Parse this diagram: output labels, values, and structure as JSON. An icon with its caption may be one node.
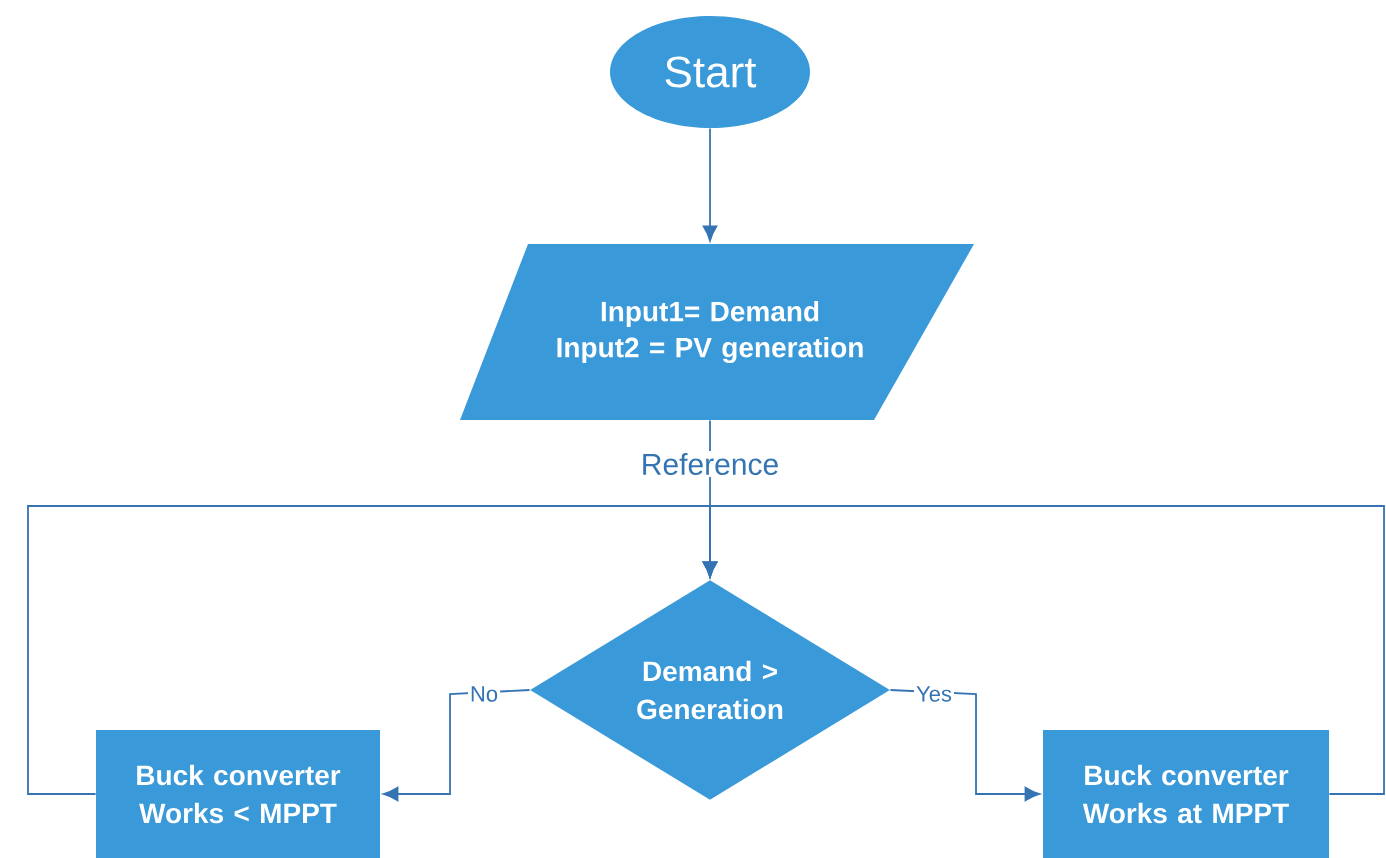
{
  "diagram": {
    "nodes": [
      {
        "text": [
          "Start"
        ]
      },
      {
        "text": [
          "Input1= Demand",
          "Input2 = PV generation"
        ]
      },
      {
        "text": [
          "Demand > Generation"
        ]
      },
      {
        "text": [
          "Buck converter Works < MPPT"
        ]
      },
      {
        "text": [
          "Buck converter Works at MPPT"
        ]
      }
    ],
    "edges": [
      {
        "from": 0,
        "to": 1,
        "arrow": "to"
      },
      {
        "from": 1,
        "to": 2,
        "arrow": "to",
        "label": "Reference"
      },
      {
        "from": 2,
        "to": 3,
        "arrow": "to",
        "label": "No"
      },
      {
        "from": 2,
        "to": 4,
        "arrow": "to",
        "label": "Yes"
      },
      {
        "from": 3,
        "to": 2,
        "arrow": "to"
      },
      {
        "from": 4,
        "to": 2,
        "arrow": "to"
      }
    ]
  }
}
